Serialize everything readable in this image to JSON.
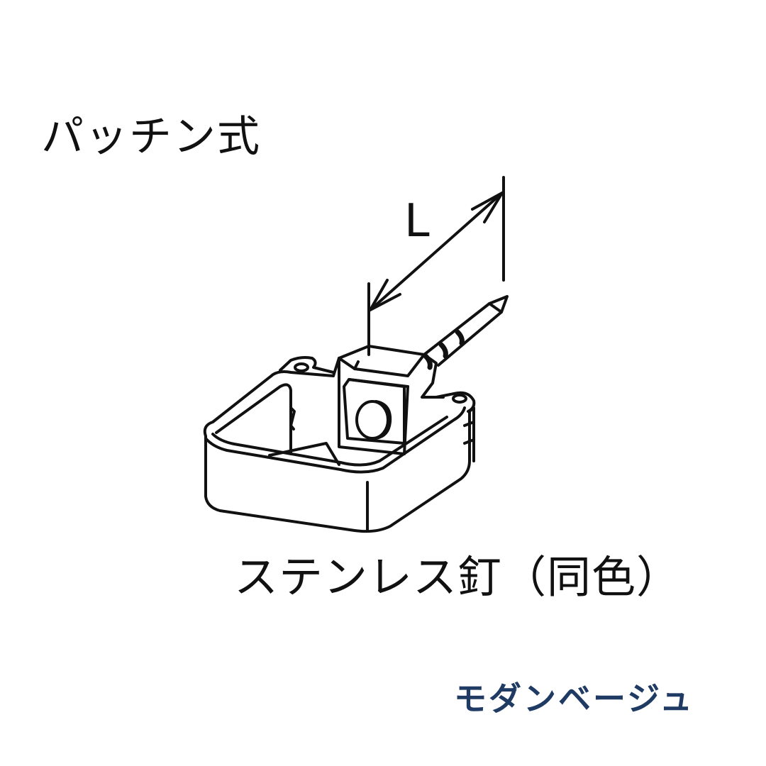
{
  "title": "パッチン式",
  "dimension": {
    "label": "L"
  },
  "part_label": "ステンレス釘（同色）",
  "color_name": "モダンベージュ",
  "colors": {
    "text": "#111111",
    "color_name_text": "#1f3a63",
    "background": "#ffffff"
  },
  "icons": [
    "dimension-arrow",
    "nail",
    "gutter-bracket"
  ]
}
